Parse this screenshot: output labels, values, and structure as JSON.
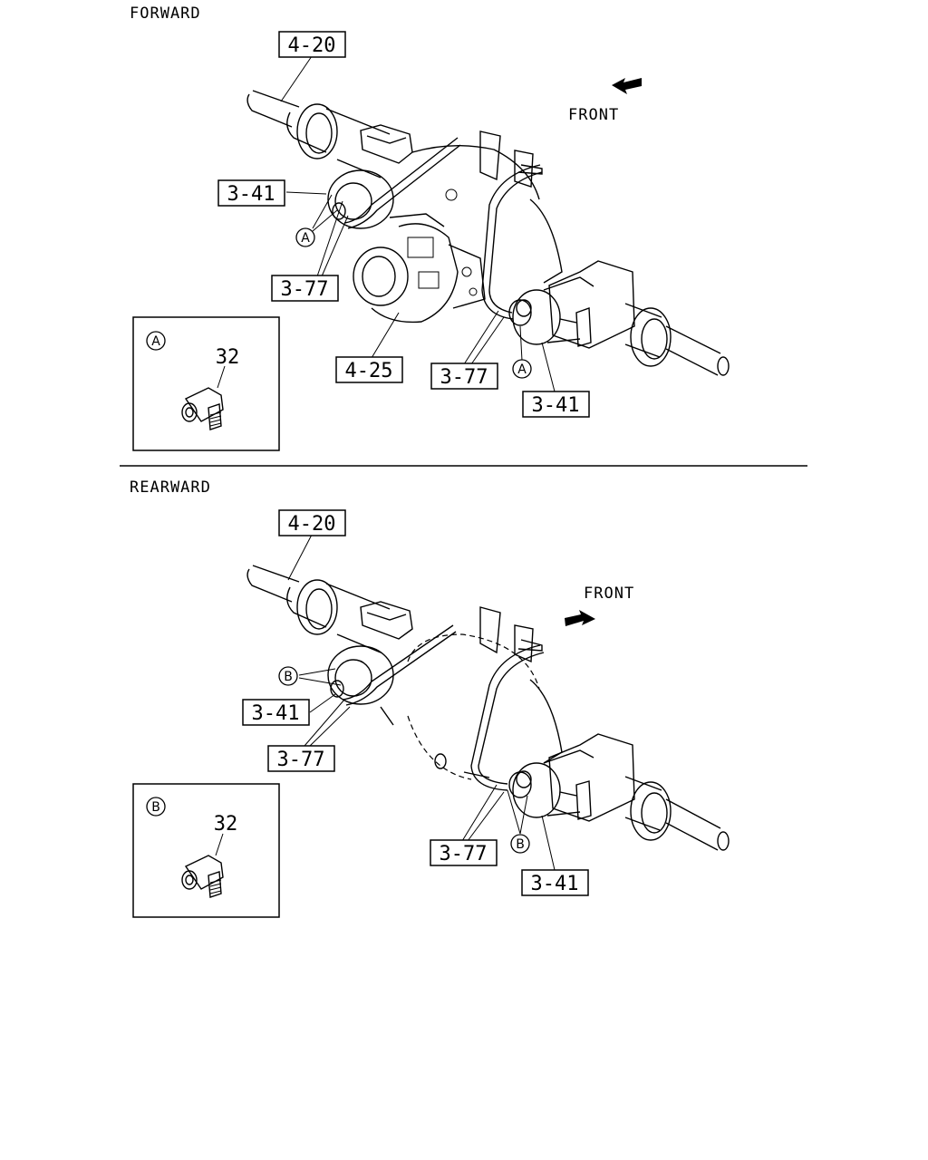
{
  "sections": {
    "forward": {
      "title": "FORWARD",
      "front_label": "FRONT",
      "callouts": {
        "axle_shaft": "4-20",
        "left_chamber": "3-41",
        "left_fitting": "3-77",
        "carrier": "4-25",
        "right_fitting": "3-77",
        "right_chamber": "3-41"
      },
      "detail_marker": "A",
      "detail_part": "32"
    },
    "rearward": {
      "title": "REARWARD",
      "front_label": "FRONT",
      "callouts": {
        "axle_shaft": "4-20",
        "left_chamber": "3-41",
        "left_fitting": "3-77",
        "right_fitting": "3-77",
        "right_chamber": "3-41"
      },
      "detail_marker": "B",
      "detail_part": "32"
    }
  }
}
